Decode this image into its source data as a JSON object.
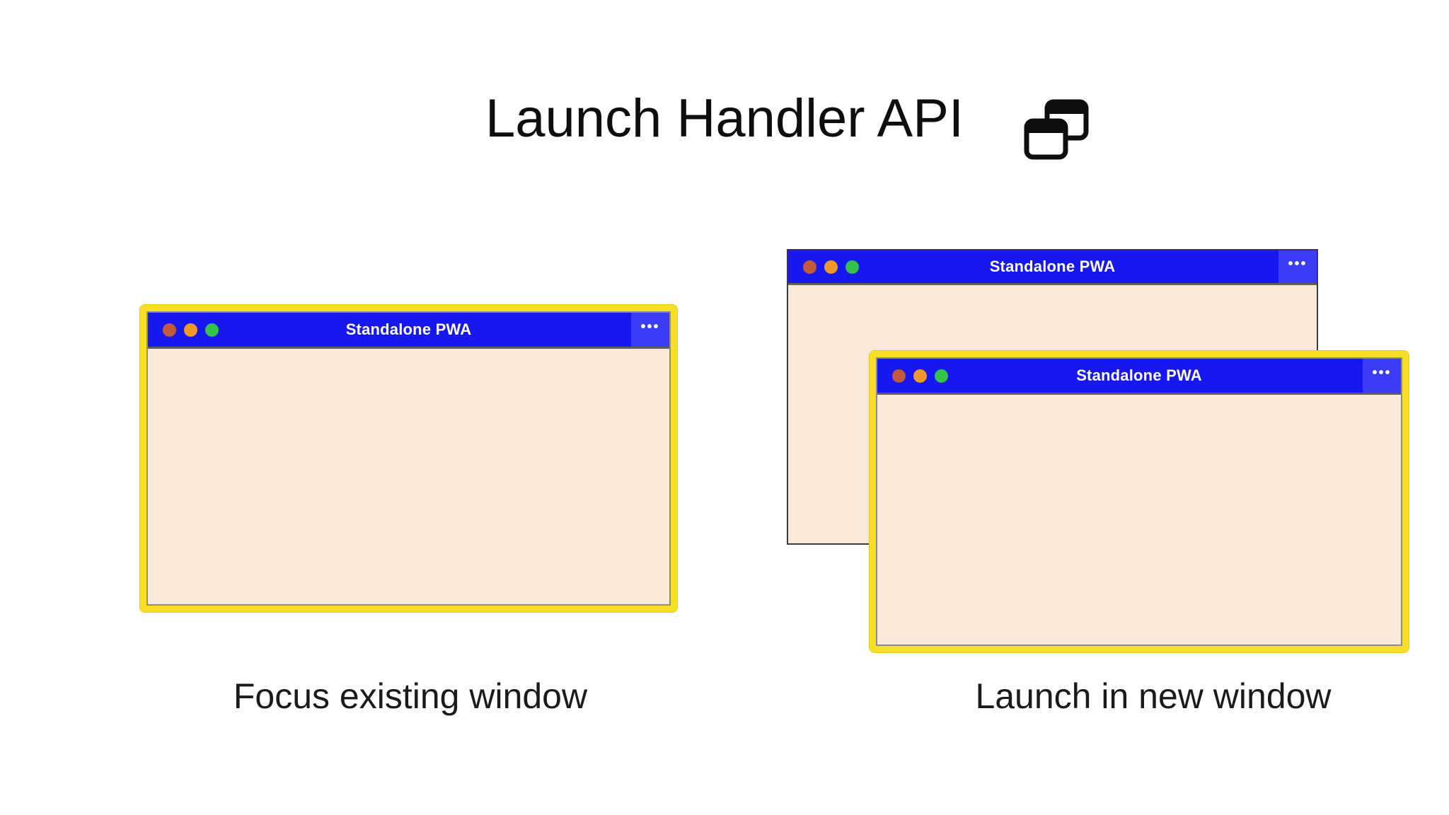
{
  "page": {
    "title": "Launch Handler API"
  },
  "title_icon": {
    "name": "overlapping-windows"
  },
  "chrome": {
    "menu_glyph": "•••",
    "traffic_lights": [
      "close",
      "minimize",
      "zoom"
    ]
  },
  "windows": {
    "left": {
      "title": "Standalone PWA",
      "focused": true
    },
    "right_back": {
      "title": "Standalone PWA",
      "focused": false
    },
    "right_front": {
      "title": "Standalone PWA",
      "focused": true
    }
  },
  "captions": {
    "left": "Focus existing window",
    "right": "Launch in new window"
  },
  "colors": {
    "titlebar_blue": "#1717f0",
    "menu_button_blue": "#3c3cf6",
    "window_body_cream": "#f8e9d8",
    "focus_ring_yellow": "#f8de27",
    "inactive_border_dark": "#3b3b3b",
    "frame_border_gray": "#8d8d8d",
    "dot_red": "#c25b3e",
    "dot_orange": "#f0992a",
    "dot_green": "#34c24b",
    "text_dark": "#0e0e0e"
  }
}
